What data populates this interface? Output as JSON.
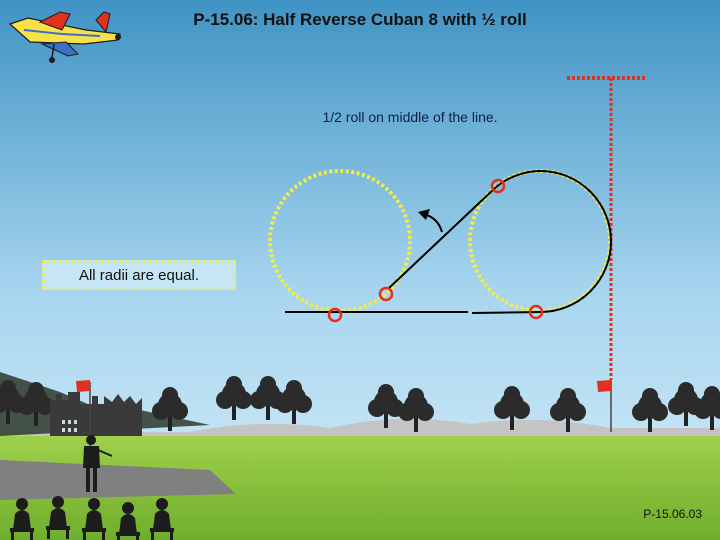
{
  "title": "P-15.06: Half Reverse Cuban 8 with ½ roll",
  "roll_note": "1/2 roll on middle of the line.",
  "radii_note": "All radii are equal.",
  "figure_number": "P-15.06.03",
  "colors": {
    "sky_top": "#3f93c4",
    "sky_bottom": "#d4ecf8",
    "grass": "#8cc63f",
    "loop_dotted": "#f2ec4a",
    "marker_ring": "#e0301e",
    "flight_path": "#000000",
    "aerobatic_box_marker": "#e0301e"
  },
  "icons": [
    "airplane-icon",
    "judge-figure",
    "flag-icon",
    "castle-icon",
    "tree-icon",
    "arrow-icon"
  ]
}
